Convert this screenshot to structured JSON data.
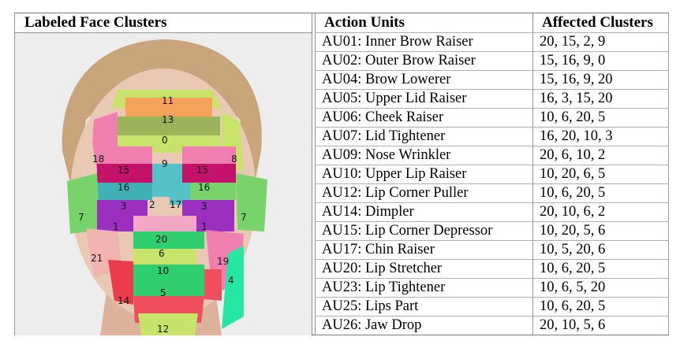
{
  "table": {
    "headers": {
      "col1": "Labeled Face Clusters",
      "col2": "Action Units",
      "col3": "Affected Clusters"
    },
    "rows": [
      {
        "au": "AU01: Inner Brow Raiser",
        "clusters": "20, 15, 2, 9"
      },
      {
        "au": "AU02: Outer Brow Raiser",
        "clusters": "15, 16, 9, 0"
      },
      {
        "au": "AU04: Brow Lowerer",
        "clusters": "15, 16, 9, 20"
      },
      {
        "au": "AU05: Upper Lid Raiser",
        "clusters": "16, 3, 15, 20"
      },
      {
        "au": "AU06: Cheek Raiser",
        "clusters": "10, 6, 20, 5"
      },
      {
        "au": "AU07: Lid Tightener",
        "clusters": "16, 20, 10, 3"
      },
      {
        "au": "AU09: Nose Wrinkler",
        "clusters": "20, 6, 10, 2"
      },
      {
        "au": "AU10: Upper Lip Raiser",
        "clusters": "10, 20, 6, 5"
      },
      {
        "au": "AU12: Lip Corner Puller",
        "clusters": "10, 6, 20, 5"
      },
      {
        "au": "AU14: Dimpler",
        "clusters": "20, 10, 6, 2"
      },
      {
        "au": "AU15: Lip Corner Depressor",
        "clusters": "10, 20, 5, 6"
      },
      {
        "au": "AU17: Chin Raiser",
        "clusters": "10, 5, 20, 6"
      },
      {
        "au": "AU20: Lip Stretcher",
        "clusters": "10, 6, 20, 5"
      },
      {
        "au": "AU23: Lip Tightener",
        "clusters": "10, 6, 5, 20"
      },
      {
        "au": "AU25: Lips Part",
        "clusters": "10, 6, 20, 5"
      },
      {
        "au": "AU26: Jaw Drop",
        "clusters": "20, 10, 5, 6"
      }
    ]
  },
  "face_clusters": {
    "labels": [
      "11",
      "13",
      "0",
      "18",
      "9",
      "8",
      "15",
      "15",
      "16",
      "16",
      "3",
      "2",
      "17",
      "3",
      "7",
      "7",
      "1",
      "1",
      "20",
      "21",
      "6",
      "19",
      "10",
      "4",
      "5",
      "14",
      "12"
    ],
    "colors": {
      "hair": "#c9a77e",
      "skin": "#e8c7b3",
      "background": "#eeeeee",
      "yellow_green": "#c7e36a",
      "orange": "#f5a35a",
      "olive": "#9bb45a",
      "pink": "#f07fb0",
      "magenta": "#c4126b",
      "violet": "#9a2fc0",
      "teal": "#3fb0b5",
      "cyan": "#54c2c9",
      "green": "#77d36a",
      "light_pink": "#f3a7c5",
      "rose": "#f2b3b3",
      "red": "#ec3b4b",
      "mint": "#24e7a4",
      "bright_green": "#2fcf6d",
      "red_lip": "#ef4f5d"
    }
  }
}
